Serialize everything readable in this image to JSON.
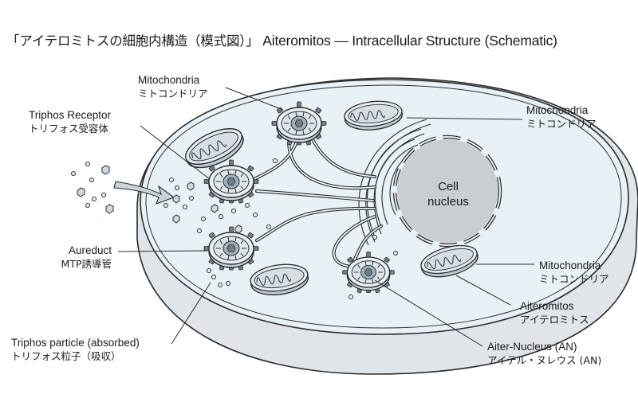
{
  "title": {
    "japanese": "「アイテロミトスの細胞内構造（模式図）」",
    "english": "Aiteromitos — Intracellular Structure (Schematic)"
  },
  "colors": {
    "cytoplasm": "#e8f1f5",
    "cell_wall_side": "#dfe5e9",
    "outline": "#2b2b2b",
    "organelle_fill": "#d3dde3",
    "organelle_inner": "#eef3f6",
    "nucleus_fill": "#c9ced2",
    "an_core": "#8a9aa6",
    "particle_fill": "#cfd9df"
  },
  "labels": [
    {
      "id": "mito-top",
      "en": "Mitochondria",
      "jp": "ミトコンドリア"
    },
    {
      "id": "receptor",
      "en": "Triphos Receptor",
      "jp": "トリフォス受容体"
    },
    {
      "id": "mito-right-top",
      "en": "Mitochondria",
      "jp": "ミトコンドリア"
    },
    {
      "id": "aureduct",
      "en": "Aureduct",
      "jp": "MTP誘導管"
    },
    {
      "id": "mito-right-bottom",
      "en": "Mitochondria",
      "jp": "ミトコンドリア"
    },
    {
      "id": "aiteromitos",
      "en": "Aiteromitos",
      "jp": "アイテロミトス"
    },
    {
      "id": "particle",
      "en": "Triphos particle (absorbed)",
      "jp": "トリフォス粒子（吸収）"
    },
    {
      "id": "aiter-nucleus",
      "en": "Aiter-Nucleus (AN)",
      "jp": "アイテル・ヌレウス (AN)"
    }
  ],
  "nucleus": {
    "line1": "Cell",
    "line2": "nucleus"
  }
}
